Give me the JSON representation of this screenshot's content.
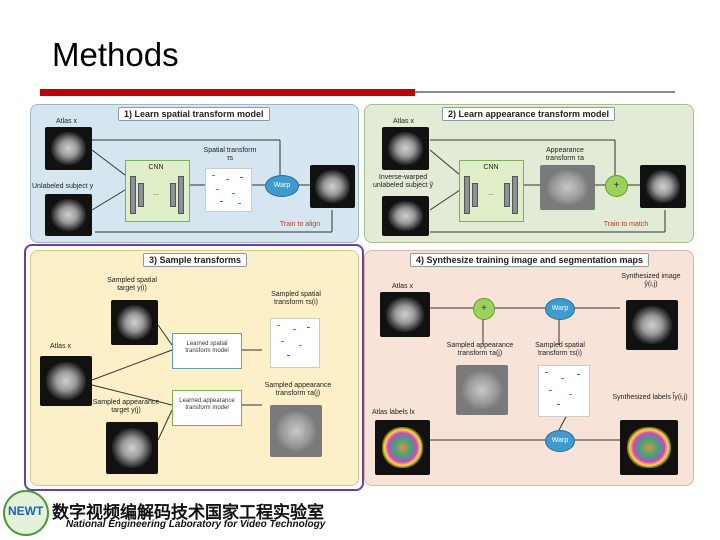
{
  "slide": {
    "title": "Methods"
  },
  "panel1": {
    "title": "1) Learn spatial transform model",
    "atlas": "Atlas x",
    "unlabeled": "Unlabeled subject y",
    "cnn": "CNN",
    "dots": "...",
    "spatial": "Spatial transform τs",
    "warp": "Warp",
    "train": "Train to align"
  },
  "panel2": {
    "title": "2) Learn appearance transform model",
    "atlas": "Atlas x",
    "inverse": "Inverse-warped unlabeled subject ỹ",
    "cnn": "CNN",
    "dots": "...",
    "appearance": "Appearance transform τa",
    "plus": "+",
    "train": "Train to match"
  },
  "panel3": {
    "title": "3) Sample transforms",
    "spatial_target": "Sampled spatial target y(i)",
    "atlas": "Atlas x",
    "appearance_target": "Sampled appearance target y(j)",
    "learned_spatial": "Learned spatial transform model",
    "learned_appearance": "Learned appearance transform model",
    "sampled_spatial": "Sampled spatial transform τs(i)",
    "sampled_appearance": "Sampled appearance transform τa(j)"
  },
  "panel4": {
    "title": "4) Synthesize training image and segmentation maps",
    "atlas": "Atlas x",
    "plus": "+",
    "warp": "Warp",
    "synth_image": "Synthesized image ŷ(i,j)",
    "sampled_appearance": "Sampled appearance transform τa(j)",
    "sampled_spatial": "Sampled spatial transform τs(i)",
    "atlas_labels": "Atlas labels lx",
    "warp2": "Warp",
    "synth_labels": "Synthesized labels l̂y(i,j)"
  },
  "footer": {
    "logo": "NEWT",
    "cn_name": "数字视频编解码技术国家工程实验室",
    "en_name": "National Engineering Laboratory for Video Technology"
  },
  "colors": {
    "accent_red": "#c00000",
    "highlight_purple": "#6c3fa0",
    "warp_blue": "#3d9bd0",
    "plus_green": "#9bd25a"
  }
}
